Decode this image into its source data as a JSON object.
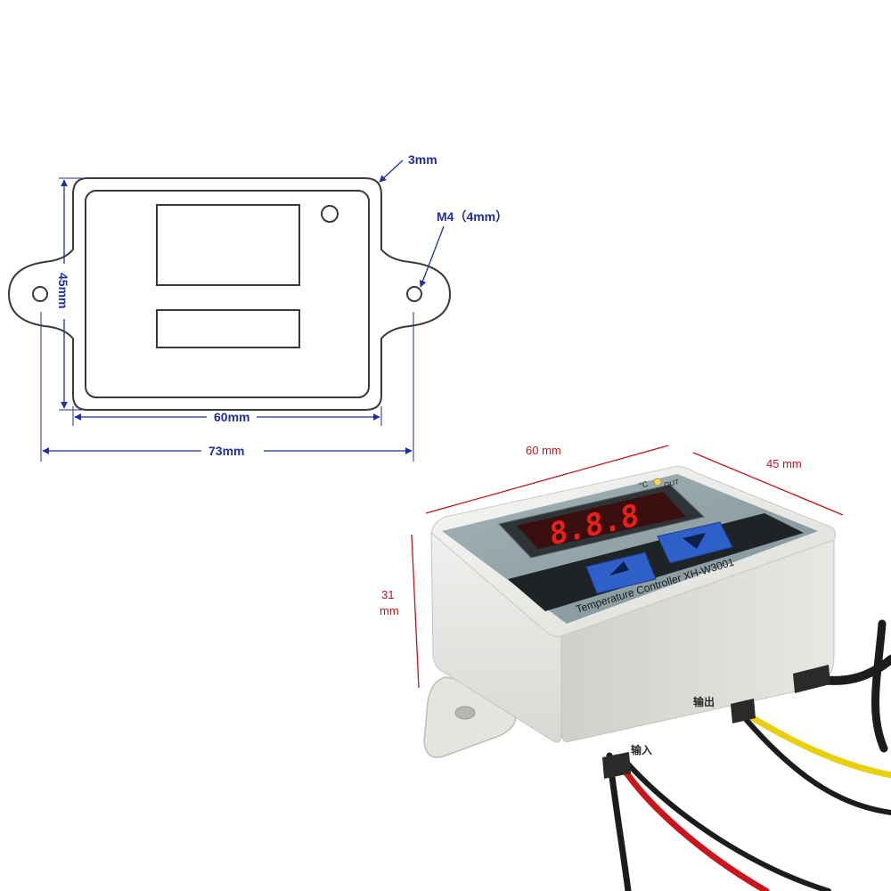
{
  "drawing": {
    "label_wall": "3mm",
    "label_hole": "M4（4mm）",
    "label_height": "45mm",
    "label_inner_width": "60mm",
    "label_outer_width": "73mm"
  },
  "product": {
    "dim_width": "60 mm",
    "dim_depth": "45 mm",
    "dim_height_value": "31",
    "dim_height_unit": "mm",
    "display_reading": "8.8.8",
    "unit_mark": "°C",
    "out_mark": "OUT",
    "panel_text": "Temperature Controller  XH-W3001",
    "terminal_input": "输入",
    "terminal_output": "输出"
  },
  "colors": {
    "drawing_line": "#3a3a3a",
    "dimension_blue": "#1f2f9e",
    "dimension_red": "#c0151a",
    "case_body": "#ececea",
    "panel_face": "#8d9fa5",
    "display_red": "#e8201a",
    "button_blue": "#2f60c9"
  }
}
